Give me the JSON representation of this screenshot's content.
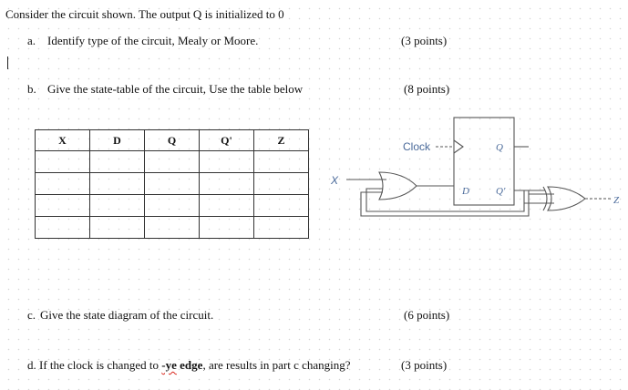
{
  "intro": "Consider the circuit shown. The output Q is initialized to 0",
  "questions": {
    "a": {
      "marker": "a.",
      "text": "Identify type of the circuit, Mealy or Moore.",
      "points": "(3 points)"
    },
    "b": {
      "marker": "b.",
      "text": "Give the state-table of the circuit, Use the table below",
      "points": "(8 points)"
    },
    "c": {
      "marker": "c.",
      "text": "Give the state diagram of the circuit.",
      "points": "(6 points)"
    },
    "d": {
      "marker": "d.",
      "text_before": "If the clock is changed to ",
      "text_neg": "-ye",
      "text_edge": " edge",
      "text_after": ", are results in part c changing?",
      "points": "(3 points)"
    }
  },
  "table": {
    "headers": [
      "X",
      "D",
      "Q",
      "Q'",
      "Z"
    ],
    "rows": [
      [
        "",
        "",
        "",
        "",
        ""
      ],
      [
        "",
        "",
        "",
        "",
        ""
      ],
      [
        "",
        "",
        "",
        "",
        ""
      ],
      [
        "",
        "",
        "",
        "",
        ""
      ]
    ]
  },
  "circuit": {
    "input_label": "X",
    "clock_label": "Clock",
    "ff_d_label": "D",
    "ff_q_label": "Q",
    "ff_qbar_label": "Q'",
    "output_label": "Z",
    "label_color": "#4a6a9a"
  }
}
